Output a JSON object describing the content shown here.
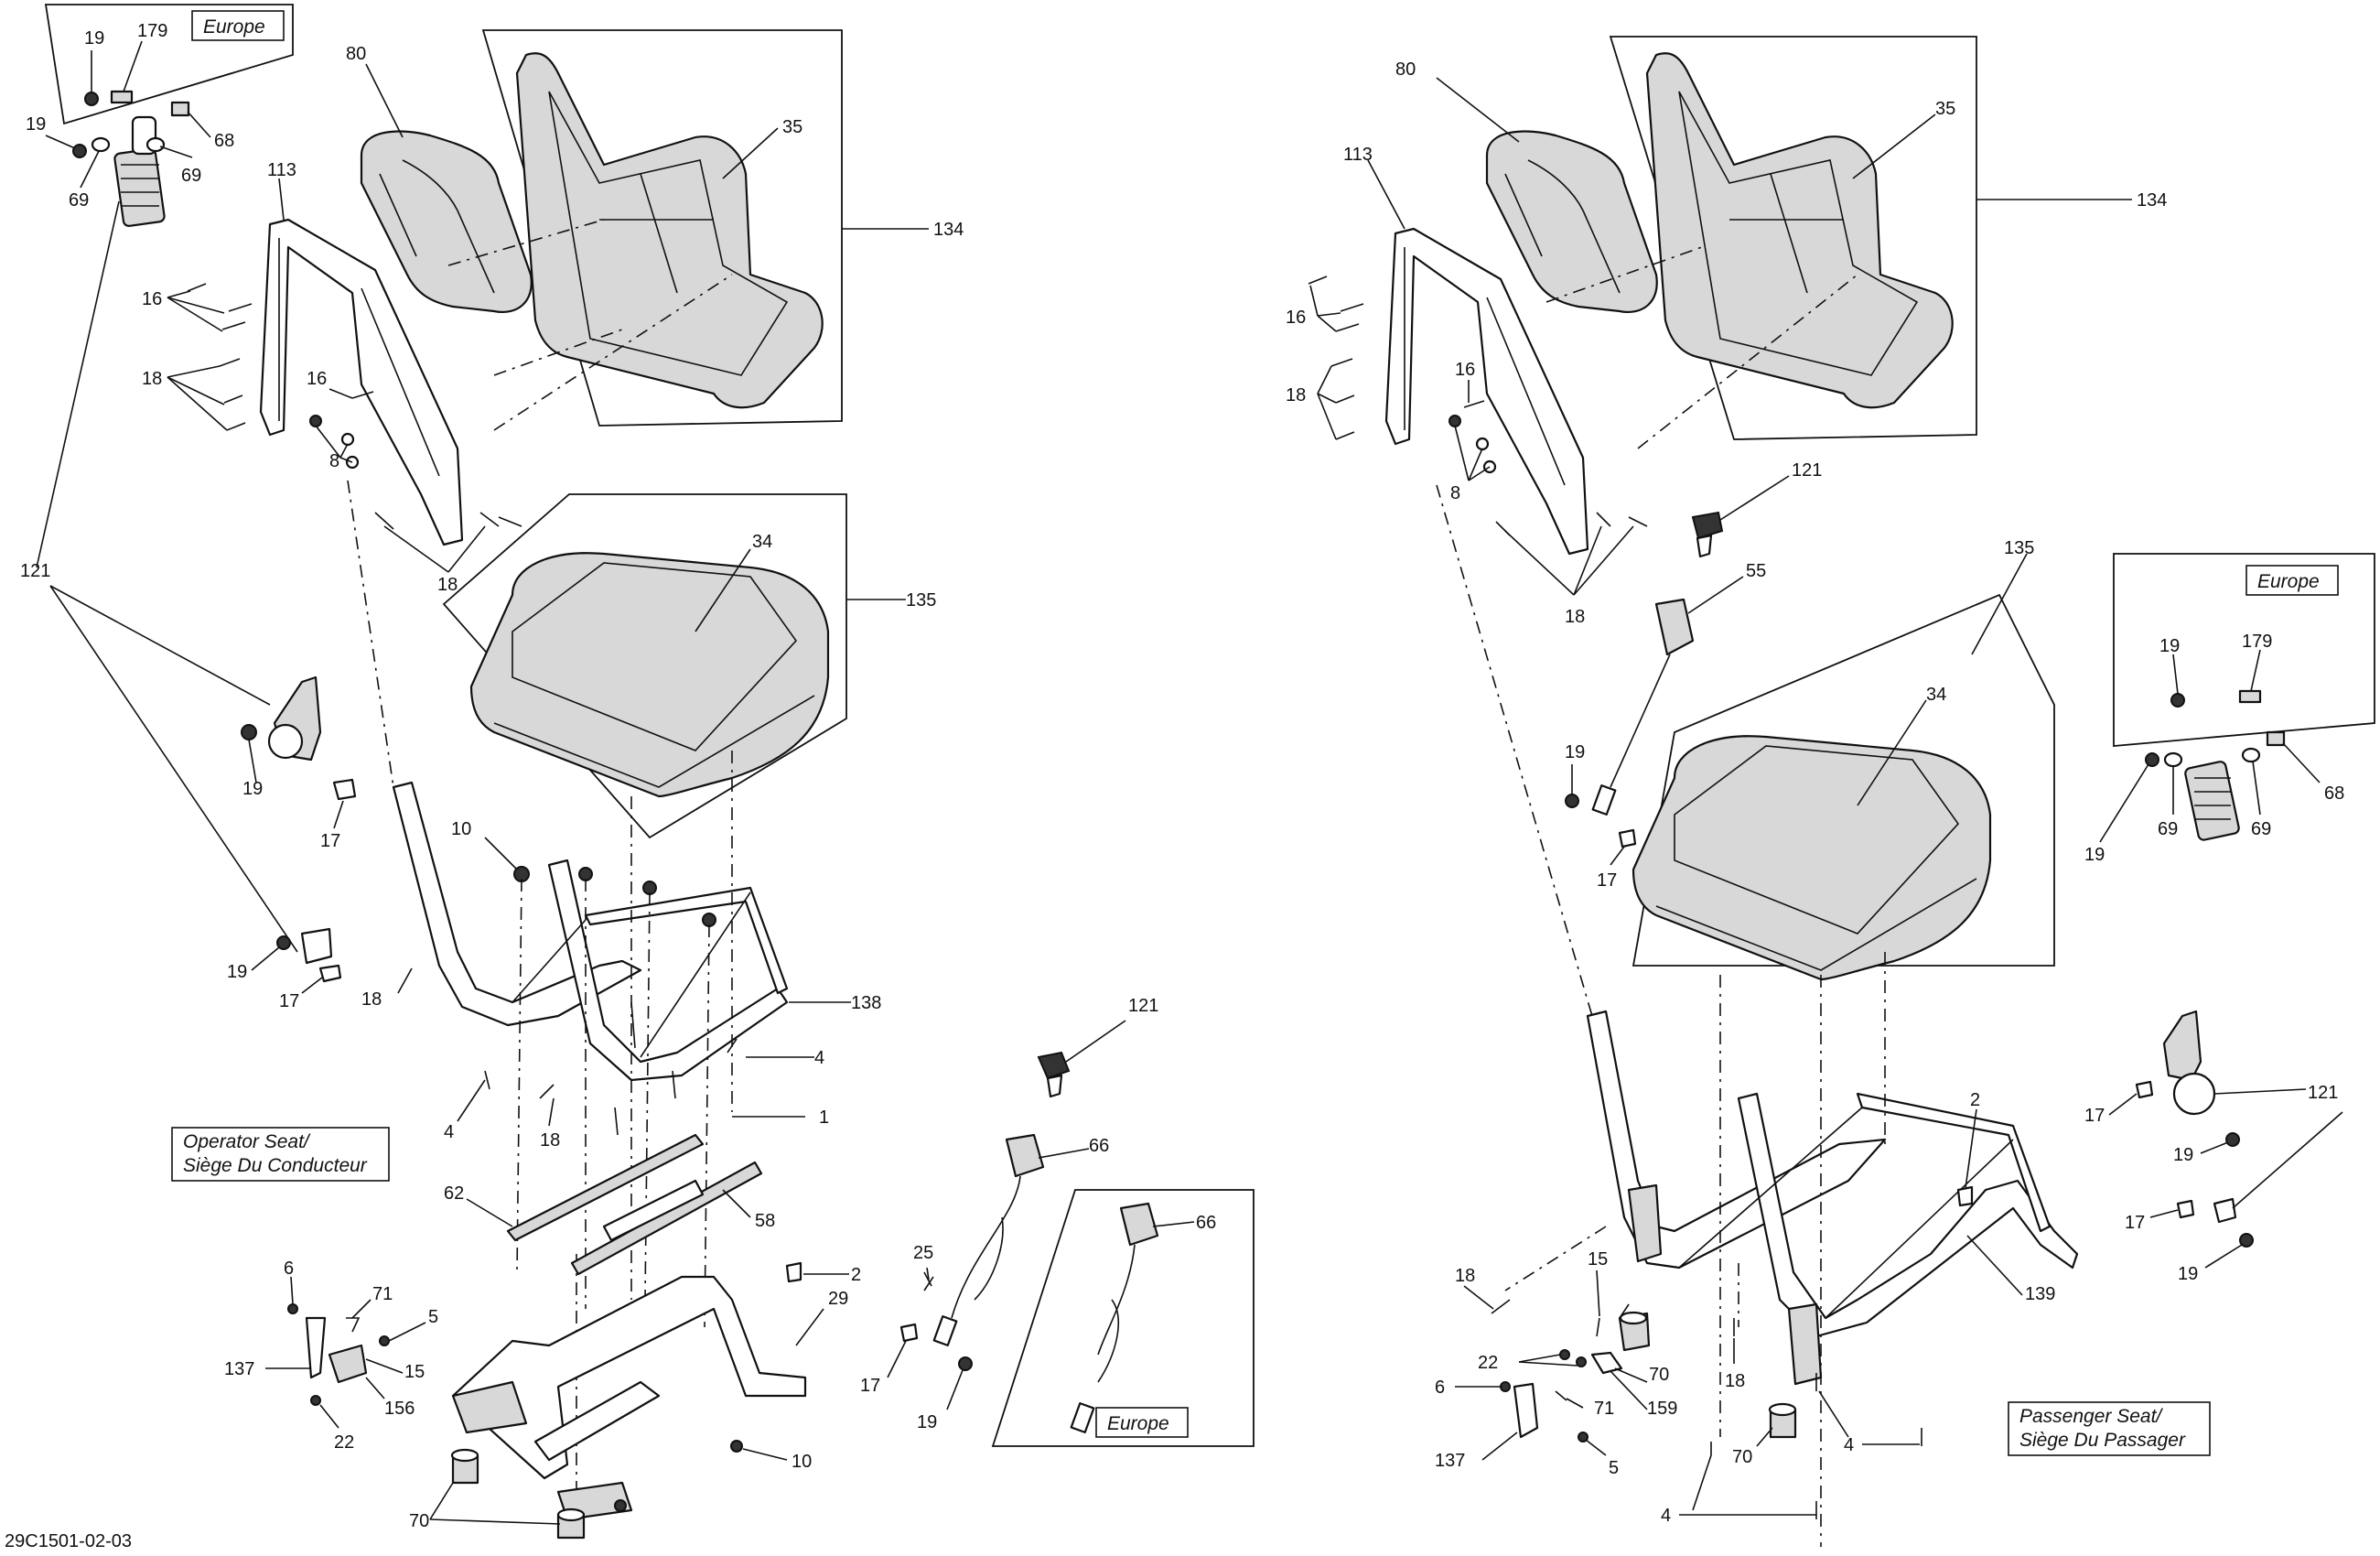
{
  "diagram_code": "29C1501-02-03",
  "europe_label": "Europe",
  "operator_caption": {
    "line1": "Operator Seat/",
    "line2": "Siège Du Conducteur"
  },
  "passenger_caption": {
    "line1": "Passenger Seat/",
    "line2": "Siège Du Passager"
  },
  "operator_callouts": [
    "19",
    "179",
    "19",
    "69",
    "69",
    "68",
    "80",
    "35",
    "134",
    "113",
    "16",
    "18",
    "16",
    "8",
    "18",
    "121",
    "34",
    "135",
    "19",
    "17",
    "10",
    "19",
    "17",
    "18",
    "138",
    "4",
    "4",
    "18",
    "1",
    "121",
    "66",
    "62",
    "58",
    "6",
    "71",
    "5",
    "137",
    "15",
    "156",
    "22",
    "2",
    "25",
    "29",
    "17",
    "19",
    "70",
    "10",
    "66"
  ],
  "passenger_callouts": [
    "80",
    "35",
    "134",
    "113",
    "16",
    "18",
    "16",
    "8",
    "121",
    "18",
    "55",
    "135",
    "19",
    "179",
    "34",
    "19",
    "17",
    "19",
    "69",
    "69",
    "68",
    "2",
    "121",
    "17",
    "19",
    "17",
    "19",
    "18",
    "15",
    "22",
    "70",
    "159",
    "139",
    "18",
    "6",
    "71",
    "137",
    "5",
    "70",
    "4",
    "4"
  ],
  "colors": {
    "line": "#111111",
    "background": "#ffffff",
    "shade": "#d8d8d8"
  }
}
